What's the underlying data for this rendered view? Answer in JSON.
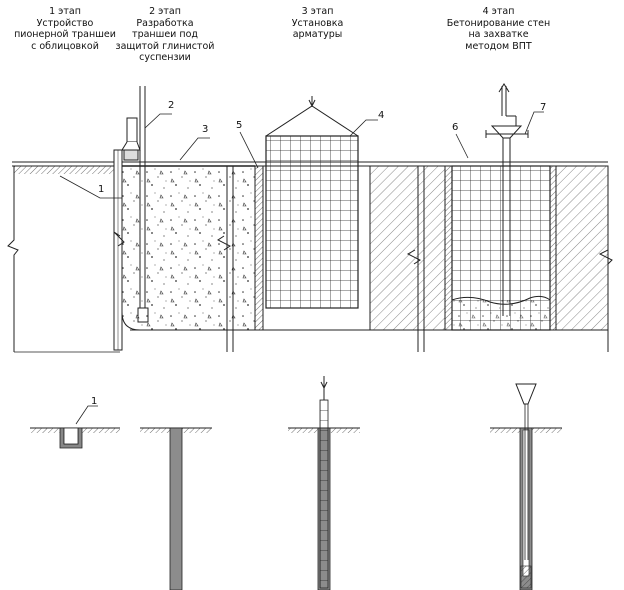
{
  "stages": [
    {
      "title": "1 этап",
      "lines": [
        "Устройство",
        "пионерной траншеи",
        "с облицовкой"
      ]
    },
    {
      "title": "2 этап",
      "lines": [
        "Разработка",
        "траншеи под",
        "защитой глинистой",
        "суспензии"
      ]
    },
    {
      "title": "3 этап",
      "lines": [
        "Установка",
        "арматуры"
      ]
    },
    {
      "title": "4 этап",
      "lines": [
        "Бетонирование стен",
        "на захватке",
        "методом ВПТ"
      ]
    }
  ],
  "callouts": {
    "c1": "1",
    "c2": "2",
    "c3": "3",
    "c4": "4",
    "c5": "5",
    "c6": "6",
    "c7": "7",
    "c1b": "1"
  },
  "colors": {
    "line": "#222222",
    "shaft": "#8c8c8c",
    "hatch": "#555555"
  }
}
